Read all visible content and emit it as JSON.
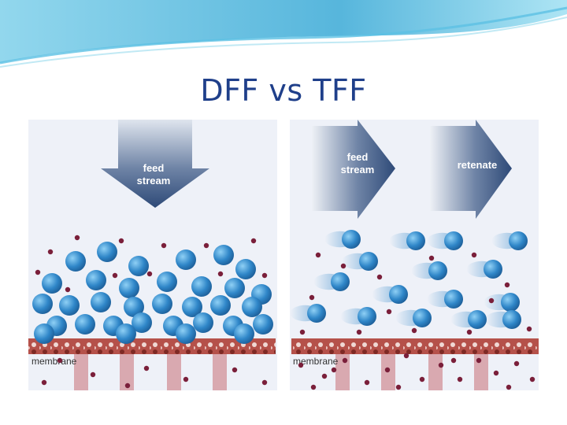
{
  "slide": {
    "title": "DFF vs TFF"
  },
  "figure": {
    "dff": {
      "arrow_label_line1": "feed",
      "arrow_label_line2": "stream",
      "membrane_label": "membrane"
    },
    "tff": {
      "feed_label_line1": "feed",
      "feed_label_line2": "stream",
      "retenate_label": "retenate",
      "membrane_label": "membrane"
    }
  },
  "colors": {
    "title": "#1f3f8a",
    "arrow_dark": "#2e4a78",
    "arrow_light": "#dfe5ee",
    "large_particle": "#2f86c8",
    "small_particle": "#7a1f3a",
    "membrane": "#a8473f",
    "pore": "#d9a9b0",
    "panel_bg": "#ebeef6",
    "wave": "#4fb3d9"
  }
}
